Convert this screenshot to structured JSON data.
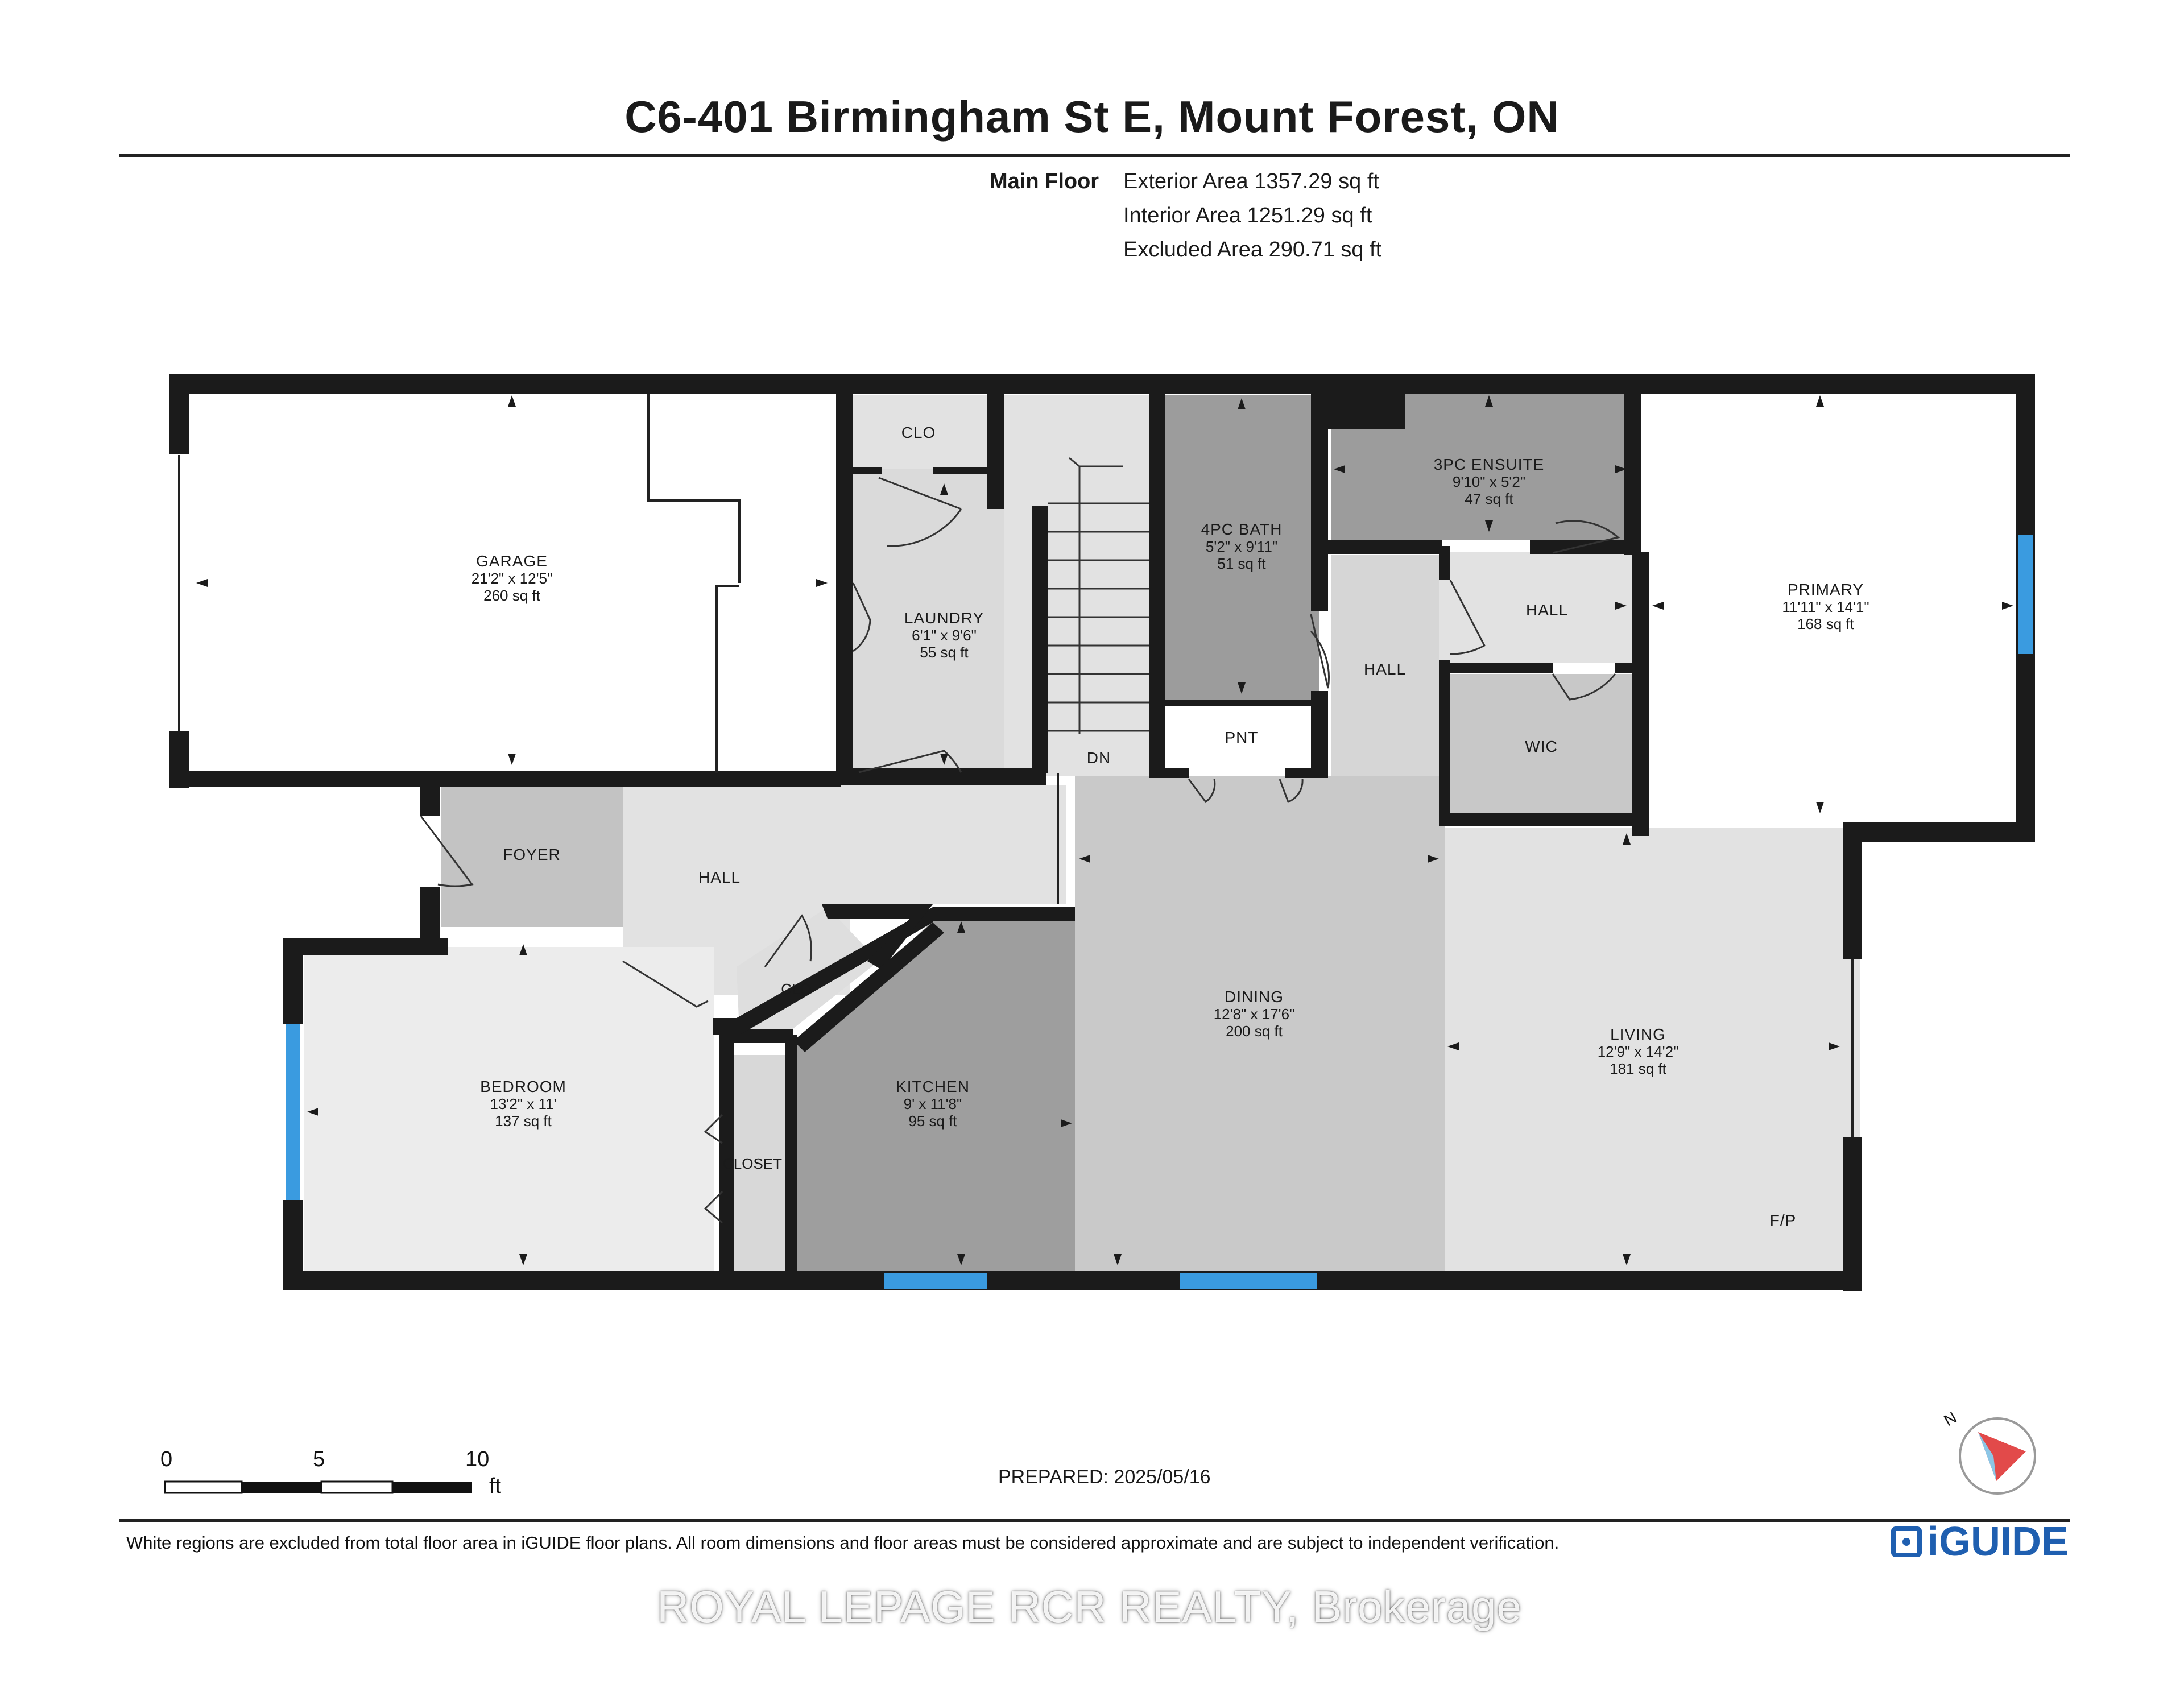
{
  "title": "C6-401 Birmingham St E, Mount Forest, ON",
  "floor": {
    "name": "Main Floor",
    "exterior_area": "Exterior Area 1357.29 sq ft",
    "interior_area": "Interior Area 1251.29 sq ft",
    "excluded_area": "Excluded Area 290.71 sq ft"
  },
  "rooms": {
    "garage": {
      "name": "GARAGE",
      "dims": "21'2\" x 12'5\"",
      "area": "260 sq ft"
    },
    "clo_top": {
      "name": "CLO"
    },
    "laundry": {
      "name": "LAUNDRY",
      "dims": "6'1\" x 9'6\"",
      "area": "55 sq ft"
    },
    "stairs": {
      "name": "DN"
    },
    "bath4": {
      "name": "4PC BATH",
      "dims": "5'2\" x 9'11\"",
      "area": "51 sq ft"
    },
    "pnt": {
      "name": "PNT"
    },
    "ensuite": {
      "name": "3PC ENSUITE",
      "dims": "9'10\" x 5'2\"",
      "area": "47 sq ft"
    },
    "hall_ensuite": {
      "name": "HALL"
    },
    "hall_mid": {
      "name": "HALL"
    },
    "wic": {
      "name": "WIC"
    },
    "primary": {
      "name": "PRIMARY",
      "dims": "11'11\" x 14'1\"",
      "area": "168 sq ft"
    },
    "foyer": {
      "name": "FOYER"
    },
    "hall_main": {
      "name": "HALL"
    },
    "clo_mid": {
      "name": "CLO"
    },
    "bedroom": {
      "name": "BEDROOM",
      "dims": "13'2\" x 11'",
      "area": "137 sq ft"
    },
    "closet": {
      "name": "CLOSET"
    },
    "kitchen": {
      "name": "KITCHEN",
      "dims": "9' x 11'8\"",
      "area": "95 sq ft"
    },
    "dining": {
      "name": "DINING",
      "dims": "12'8\" x 17'6\"",
      "area": "200 sq ft"
    },
    "living": {
      "name": "LIVING",
      "dims": "12'9\" x 14'2\"",
      "area": "181 sq ft"
    },
    "fireplace": {
      "name": "F/P"
    }
  },
  "scale": {
    "labels": [
      "0",
      "5",
      "10"
    ],
    "unit": "ft"
  },
  "compass_label": "N",
  "prepared": "PREPARED: 2025/05/16",
  "disclaimer": "White regions are excluded from total floor area in iGUIDE floor plans. All room dimensions and floor areas must be considered approximate and are subject to independent verification.",
  "brand": "iGUIDE",
  "watermark": "ROYAL LEPAGE RCR REALTY, Brokerage",
  "colors": {
    "wall": "#1b1b1b",
    "window": "#3a9be0",
    "room_light": "#e2e2e2",
    "room_mid": "#c6c6c6",
    "room_dark": "#9c9c9c",
    "brand": "#1f5fb0"
  }
}
